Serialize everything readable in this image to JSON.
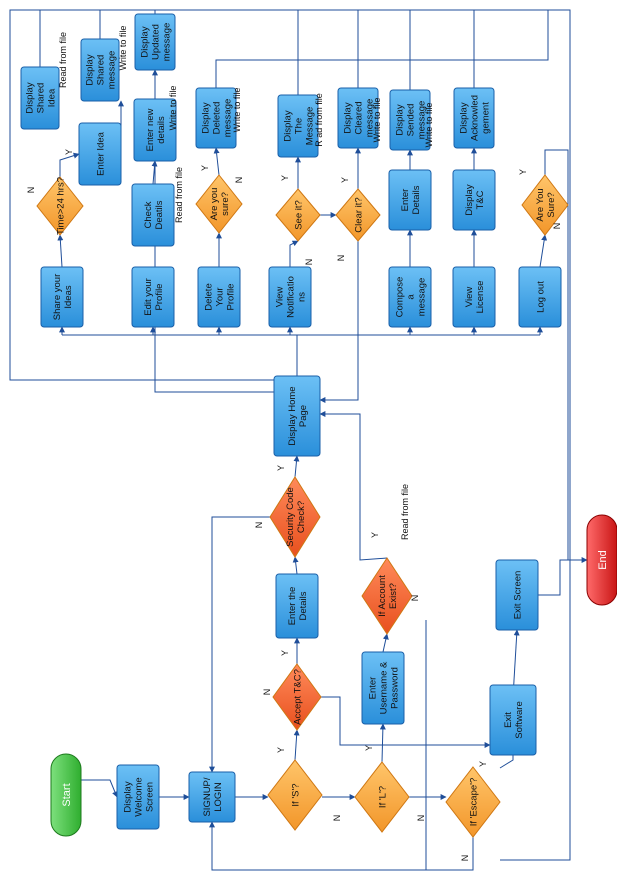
{
  "colors": {
    "process": "#2e9be6",
    "process_edge": "#1a5fa8",
    "decision": "#f5a43a",
    "decision_edge": "#cf7712",
    "decision_red": "#ee5a2a",
    "start": "#33bb33",
    "end": "#d62020",
    "edge": "#1f4e99"
  },
  "nodes": {
    "start": {
      "type": "terminal",
      "color": "start",
      "lines": [
        "Start"
      ]
    },
    "end": {
      "type": "terminal",
      "color": "end",
      "lines": [
        "End"
      ]
    },
    "welcome": {
      "type": "process",
      "lines": [
        "Display",
        "Welcome",
        "Screen"
      ]
    },
    "signup": {
      "type": "process",
      "lines": [
        "SIGNUP/",
        "LOGIN"
      ]
    },
    "if_s": {
      "type": "decision",
      "lines": [
        "If 'S'?"
      ]
    },
    "if_l": {
      "type": "decision",
      "lines": [
        "If 'L'?"
      ]
    },
    "if_escape": {
      "type": "decision",
      "lines": [
        "If 'Escape'?"
      ]
    },
    "accept_tc": {
      "type": "decision",
      "color": "decision_red",
      "lines": [
        "Accept T&C?"
      ]
    },
    "enter_details": {
      "type": "process",
      "lines": [
        "Enter the",
        "Details"
      ]
    },
    "security_check": {
      "type": "decision",
      "color": "decision_red",
      "lines": [
        "Security Code",
        "Check?"
      ]
    },
    "enter_username": {
      "type": "process",
      "lines": [
        "Enter",
        "Username &",
        "Password"
      ]
    },
    "account_exist": {
      "type": "decision",
      "color": "decision_red",
      "lines": [
        "If Account",
        "Exist?"
      ]
    },
    "exit_software": {
      "type": "process",
      "lines": [
        "Exit",
        "Software"
      ]
    },
    "exit_screen": {
      "type": "process",
      "lines": [
        "Exit Screen"
      ]
    },
    "home_page": {
      "type": "process",
      "lines": [
        "Display Home",
        "Page"
      ]
    },
    "share_ideas": {
      "type": "process",
      "lines": [
        "Share your",
        "Ideas"
      ]
    },
    "edit_profile": {
      "type": "process",
      "lines": [
        "Edit your",
        "Profile"
      ]
    },
    "delete_profile": {
      "type": "process",
      "lines": [
        "Delete",
        "Your",
        "Profile"
      ]
    },
    "view_notifications": {
      "type": "process",
      "lines": [
        "View",
        "Notificatio",
        "ns"
      ]
    },
    "compose": {
      "type": "process",
      "lines": [
        "Compose",
        "a",
        "message"
      ]
    },
    "view_license": {
      "type": "process",
      "lines": [
        "View",
        "License"
      ]
    },
    "log_out": {
      "type": "process",
      "lines": [
        "Log out"
      ]
    },
    "time_check": {
      "type": "decision",
      "lines": [
        "Time>24 hrs?"
      ]
    },
    "enter_idea": {
      "type": "process",
      "lines": [
        "Enter Idea"
      ]
    },
    "display_shared_idea": {
      "type": "process",
      "lines": [
        "Display",
        "Shared",
        "Idea"
      ]
    },
    "display_shared_message": {
      "type": "process",
      "lines": [
        "Display",
        "Shared",
        "message"
      ]
    },
    "check_details": {
      "type": "process",
      "lines": [
        "Check",
        "Deatils"
      ]
    },
    "enter_new_details": {
      "type": "process",
      "lines": [
        "Enter new",
        "details"
      ]
    },
    "display_updated": {
      "type": "process",
      "lines": [
        "Display",
        "Updated",
        "message"
      ]
    },
    "are_you_sure": {
      "type": "decision",
      "lines": [
        "Are you",
        "sure?"
      ]
    },
    "display_deleted": {
      "type": "process",
      "lines": [
        "Display",
        "Deleted",
        "message"
      ]
    },
    "see_it": {
      "type": "decision",
      "lines": [
        "See it?"
      ]
    },
    "display_the_message": {
      "type": "process",
      "lines": [
        "Display",
        "The",
        "Message"
      ]
    },
    "clear_it": {
      "type": "decision",
      "lines": [
        "Clear it?"
      ]
    },
    "display_cleared": {
      "type": "process",
      "lines": [
        "Display",
        "Cleared",
        "message"
      ]
    },
    "enter_details2": {
      "type": "process",
      "lines": [
        "Enter",
        "Details"
      ]
    },
    "display_sended": {
      "type": "process",
      "lines": [
        "Display",
        "Sended",
        "message"
      ]
    },
    "display_tc": {
      "type": "process",
      "lines": [
        "Display",
        "T&C"
      ]
    },
    "display_ack": {
      "type": "process",
      "lines": [
        "Display",
        "Acknowled",
        "gement"
      ]
    },
    "are_you_sure2": {
      "type": "decision",
      "lines": [
        "Are You",
        "Sure?"
      ]
    }
  },
  "labels": [
    {
      "text": "Read from file",
      "for": "display_shared_idea"
    },
    {
      "text": "Write to file",
      "for": "display_shared_message"
    },
    {
      "text": "Write to file",
      "for": "enter_new_details"
    },
    {
      "text": "Read from file",
      "for": "check_details"
    },
    {
      "text": "Write to file",
      "for": "display_deleted"
    },
    {
      "text": "R  ad from file",
      "for": "display_the_message"
    },
    {
      "text": "Write to file",
      "for": "display_cleared"
    },
    {
      "text": "Write to file",
      "for": "display_sended"
    },
    {
      "text": "Read from file",
      "for": "account_exist"
    },
    {
      "text": "Y",
      "for": "if_s"
    },
    {
      "text": "N",
      "for": "if_s"
    },
    {
      "text": "Y",
      "for": "if_l"
    },
    {
      "text": "N",
      "for": "if_l"
    },
    {
      "text": "Y",
      "for": "if_escape"
    },
    {
      "text": "N",
      "for": "if_escape"
    },
    {
      "text": "Y",
      "for": "accept_tc"
    },
    {
      "text": "N",
      "for": "accept_tc"
    },
    {
      "text": "Y",
      "for": "security_check"
    },
    {
      "text": "N",
      "for": "security_check"
    },
    {
      "text": "Y",
      "for": "account_exist"
    },
    {
      "text": "N",
      "for": "account_exist"
    },
    {
      "text": "Y",
      "for": "time_check"
    },
    {
      "text": "N",
      "for": "time_check"
    },
    {
      "text": "Y",
      "for": "are_you_sure"
    },
    {
      "text": "N",
      "for": "are_you_sure"
    },
    {
      "text": "Y",
      "for": "see_it"
    },
    {
      "text": "N",
      "for": "see_it"
    },
    {
      "text": "Y",
      "for": "clear_it"
    },
    {
      "text": "N",
      "for": "clear_it"
    },
    {
      "text": "Y",
      "for": "are_you_sure2"
    },
    {
      "text": "N",
      "for": "are_you_sure2"
    }
  ]
}
